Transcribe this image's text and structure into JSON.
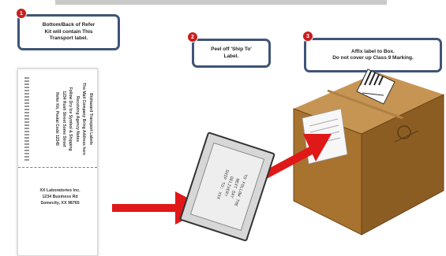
{
  "steps": [
    {
      "number": "1",
      "text": "Bottom/Back of Refer\nKit will contain This\nTransport label."
    },
    {
      "number": "2",
      "text": "Peel off 'Ship To'\nLabel."
    },
    {
      "number": "3",
      "text": "Affix label to Box.\nDo not cover up Class 9 Marking."
    }
  ],
  "sheet": {
    "side_lines": [
      "Biohazard Transport Labels",
      "The Mail Company Bring Address here",
      "Receiving Agency Notes",
      "Follow Dry Ice Symbol & Shipping",
      "1234 Rush Street Some Street",
      "Refer Kit, Postal Code 12345"
    ],
    "address": [
      "XX Laboratories Inc.",
      "1234 Business Rd",
      "Somecity, XX  98765"
    ]
  },
  "peel_label": {
    "text": "TO FOLLOW THE\nNEXT DAY\nDELIVERY\nSHIP TO: XXX"
  },
  "colors": {
    "callout_border": "#3f5477",
    "badge": "#c81e1e",
    "arrow": "#e01818",
    "box": "#a8722f"
  }
}
